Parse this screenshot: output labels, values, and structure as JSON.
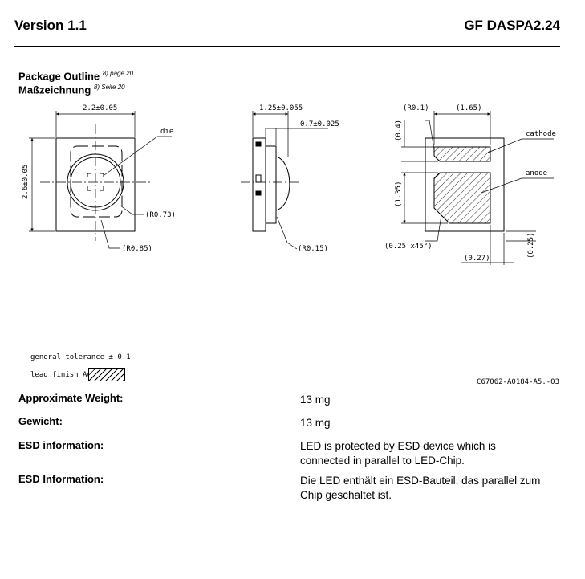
{
  "header": {
    "version": "Version 1.1",
    "product": "GF DASPA2.24"
  },
  "package_outline": {
    "title_en": "Package Outline",
    "ref_en": "8) page 20",
    "title_de": "Maßzeichnung",
    "ref_de": "8) Seite 20"
  },
  "drawing": {
    "top_view": {
      "width_dim": "2.2±0.05",
      "height_dim": "2.6±0.05",
      "die_label": "die",
      "r1": "(R0.73)",
      "r2": "(R0.85)"
    },
    "side_view": {
      "width_dim": "1.25±0.055",
      "height_dim": "0.7±0.025",
      "radius": "(R0.15)"
    },
    "bottom_view": {
      "r_top": "(R0.1)",
      "w_top": "(1.65)",
      "h_top": "(0.4)",
      "h_mid": "(1.35)",
      "cathode": "cathode",
      "anode": "anode",
      "chamfer": "(0.25 x45°)",
      "w_bot": "(0.27)",
      "h_bot": "(0.25)"
    }
  },
  "tolerance": {
    "general": "general tolerance ± 0.1",
    "lead_finish": "lead finish Au"
  },
  "drawing_code": "C67062-A0184-A5.-03",
  "rows": [
    {
      "label": "Approximate Weight:",
      "value": "13 mg"
    },
    {
      "label": "Gewicht:",
      "value": "13 mg"
    },
    {
      "label": "ESD information:",
      "value": "LED is protected by ESD device which is connected in parallel to LED-Chip."
    },
    {
      "label": "ESD Information:",
      "value": "Die LED enthält ein ESD-Bauteil, das parallel zum Chip geschaltet ist."
    }
  ]
}
